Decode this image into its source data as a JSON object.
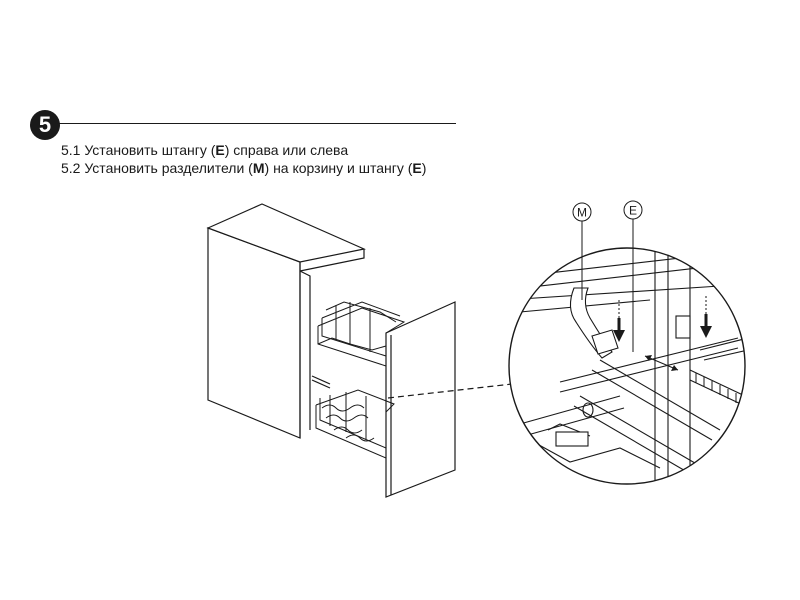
{
  "step": {
    "number": "5"
  },
  "instructions": [
    {
      "prefix": "5.1 Установить штангу (",
      "key": "E",
      "suffix": ") справа или слева"
    },
    {
      "prefix": "5.2 Установить разделители (",
      "key": "M",
      "mid": ") на корзину и штангу (",
      "key2": "E",
      "suffix": ")"
    }
  ],
  "callouts": {
    "m_label": "M",
    "e_label": "E"
  }
}
